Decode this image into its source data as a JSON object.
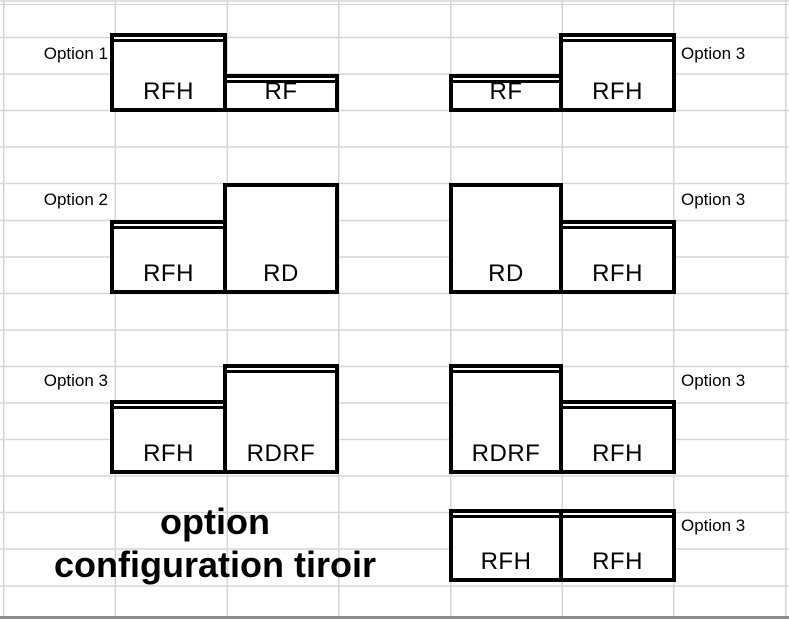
{
  "title": {
    "line1": "option",
    "line2": "configuration tiroir"
  },
  "colors": {
    "background": "#ffffff",
    "gridline": "#d6d6d6",
    "shape_border": "#000000",
    "text": "#000000",
    "bottom_edge": "#8c8c8c"
  },
  "configurations": [
    {
      "option_label": "Option 1",
      "side": "left",
      "boxes": [
        {
          "label": "RFH"
        },
        {
          "label": "RF"
        }
      ]
    },
    {
      "option_label": "Option 3",
      "side": "right",
      "boxes": [
        {
          "label": "RF"
        },
        {
          "label": "RFH"
        }
      ]
    },
    {
      "option_label": "Option 2",
      "side": "left",
      "boxes": [
        {
          "label": "RFH"
        },
        {
          "label": "RD"
        }
      ]
    },
    {
      "option_label": "Option 3",
      "side": "right",
      "boxes": [
        {
          "label": "RD"
        },
        {
          "label": "RFH"
        }
      ]
    },
    {
      "option_label": "Option 3",
      "side": "left",
      "boxes": [
        {
          "label": "RFH"
        },
        {
          "label": "RDRF"
        }
      ]
    },
    {
      "option_label": "Option 3",
      "side": "right",
      "boxes": [
        {
          "label": "RDRF"
        },
        {
          "label": "RFH"
        }
      ]
    },
    {
      "option_label": "Option 3",
      "side": "right",
      "boxes": [
        {
          "label": "RFH"
        },
        {
          "label": "RFH"
        }
      ]
    }
  ]
}
